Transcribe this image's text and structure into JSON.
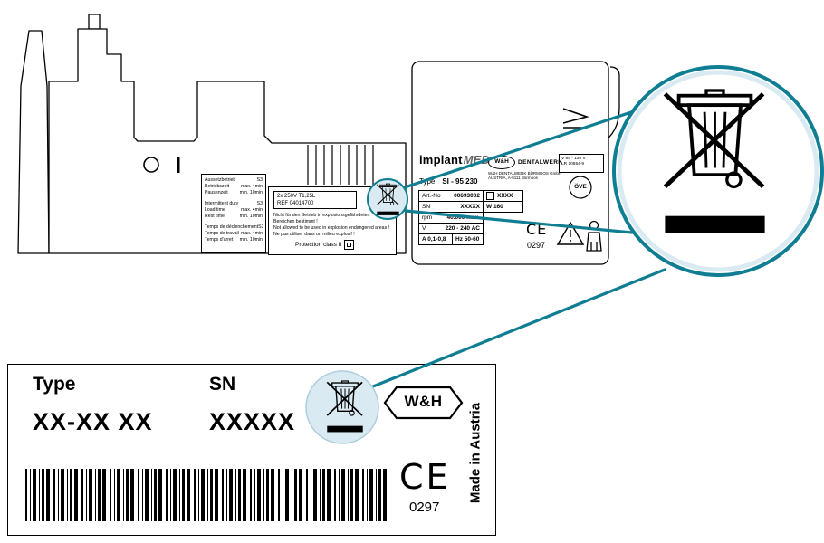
{
  "colors": {
    "teal": "#0F7E93",
    "light_blue": "#D9EAF2"
  },
  "icons": {
    "weee-icon": "crossed-out wheelie bin with black bar",
    "power-off-icon": "O circle",
    "power-on-icon": "I bar",
    "foot-control-icon": "foot control wedge",
    "ove-mark-icon": "ÖVE approval circle",
    "warning-triangle-icon": "attention triangle",
    "type-b-applied-part-icon": "person figure",
    "protection-class-2-icon": "double square",
    "manufacturer-symbol-icon": "small square symbol",
    "wh-logo": "W&H pointed hexagon",
    "barcode": "linear barcode"
  },
  "device": {
    "duty_panel": {
      "rows": [
        {
          "label": "Aussetzbetrieb",
          "value": "S3"
        },
        {
          "label": "Betriebszeit",
          "value": "max. 4min"
        },
        {
          "label": "Pausenzeit",
          "value": "min. 10min"
        },
        {
          "label": "Intermittent duty",
          "value": "S3"
        },
        {
          "label": "Load time",
          "value": "max. 4min"
        },
        {
          "label": "Rest time",
          "value": "min. 10min"
        },
        {
          "label": "Temps de déclenchement",
          "value": "S3"
        },
        {
          "label": "Temps de travail",
          "value": "max. 4min"
        },
        {
          "label": "Temps d'arret",
          "value": "min. 10min"
        }
      ]
    },
    "fuse_panel": {
      "line1": "2x 250V T1,25L",
      "line2": "REF 04014700"
    },
    "warning_lines": [
      "Nicht für den Betrieb in explosionsgefährdeten",
      "Bereichen bestimmt !",
      "Not allowed to be used in explosion endangered areas !",
      "Ne pas utiliser dans un milieu explosif !"
    ],
    "protection_label": "Protection class II"
  },
  "rating_plate": {
    "brand_part1": "implant",
    "brand_part2": "MED",
    "wh_logo": "W&H",
    "dentalwerk": "DENTALWERK",
    "address_line1": "W&H DENTALWERK BÜRMOOS GmbH",
    "address_line2": "AUSTRIA, A-5111 Bürmoos",
    "cert_line1": "V 95 - 130 V",
    "cert_line2": "LR 10654-9",
    "ove": "ÖVE",
    "type_label": "Type",
    "type_value": "SI - 95 230",
    "artno_label": "Art.-No",
    "artno_value": "00693002",
    "mfg_value": "XXXX",
    "sn_label": "SN",
    "sn_value": "XXXXX",
    "watt_value": "W 160",
    "rpm_label": "rpm",
    "rpm_value": "40.000 max.",
    "volt_label": "V",
    "volt_value": "220 - 240 AC",
    "amp_value": "A 0,1-0,8",
    "hz_value": "Hz 50-60",
    "ce": "CE",
    "ce_number": "0297"
  },
  "sample_label": {
    "type_label": "Type",
    "sn_label": "SN",
    "type_value": "XX-XX XX",
    "sn_value": "XXXXX",
    "wh_logo": "W&H",
    "ce": "CE",
    "ce_number": "0297",
    "made_in": "Made in Austria"
  }
}
